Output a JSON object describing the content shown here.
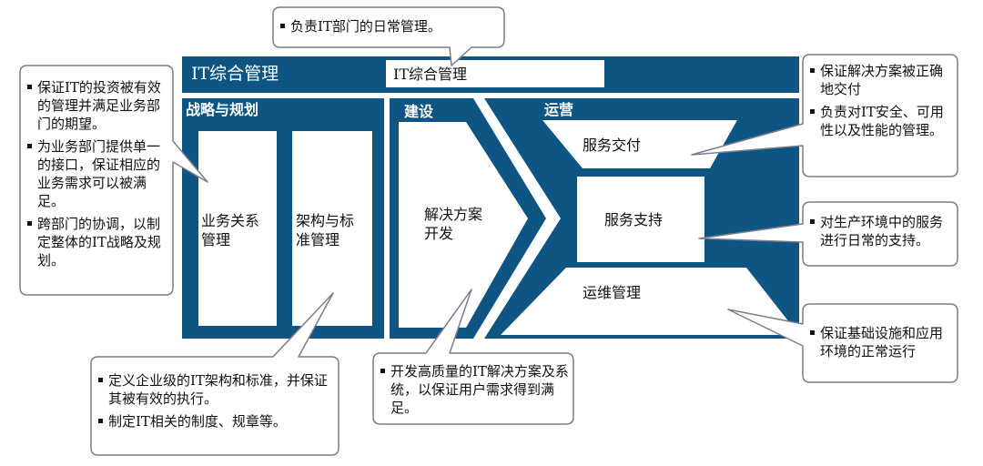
{
  "header": {
    "title": "IT综合管理",
    "field_text": "IT综合管理"
  },
  "sections": {
    "strategy": {
      "title": "战略与规划",
      "box1": "业务关系\n管理",
      "box2": "架构与标\n准管理"
    },
    "build": {
      "title": "建设",
      "box1": "解决方案\n开发"
    },
    "operation": {
      "title": "运营",
      "delivery": "服务交付",
      "support": "服务支持",
      "maintenance": "运维管理"
    }
  },
  "callouts": {
    "top": [
      "负责IT部门的日常管理。"
    ],
    "left": [
      "保证IT的投资被有效的管理并满足业务部门的期望。",
      "为业务部门提供单一的接口，保证相应的业务需求可以被满足。",
      "跨部门的协调，以制定整体的IT战略及规划。"
    ],
    "bottom_left": [
      "定义企业级的IT架构和标准，并保证其被有效的执行。",
      "制定IT相关的制度、规章等。"
    ],
    "bottom_center": [
      "开发高质量的IT解决方案及系统，以保证用户需求得到满足。"
    ],
    "right_top": [
      "保证解决方案被正确地交付",
      "负责对IT安全、可用性以及性能的管理。"
    ],
    "right_middle": [
      "对生产环境中的服务进行日常的支持。"
    ],
    "right_bottom": [
      "保证基础设施和应用环境的正常运行"
    ]
  },
  "colors": {
    "primary": "#0e5583",
    "callout_border": "#7d7d8e"
  }
}
